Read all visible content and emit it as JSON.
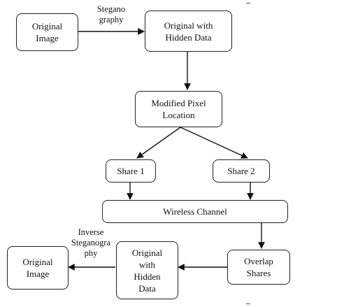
{
  "nodes": {
    "original_image_top": "Original\nImage",
    "original_hidden_top": "Original with\nHidden Data",
    "modified_pixel": "Modified Pixel\nLocation",
    "share1": "Share 1",
    "share2": "Share 2",
    "wireless": "Wireless Channel",
    "overlap": "Overlap\nShares",
    "original_hidden_bottom": "Original\nwith\nHidden\nData",
    "original_image_bottom": "Original\nImage"
  },
  "edge_labels": {
    "steganography": "Stegano\ngraphy",
    "inverse_steganography": "Inverse\nSteganogra\nphy"
  }
}
